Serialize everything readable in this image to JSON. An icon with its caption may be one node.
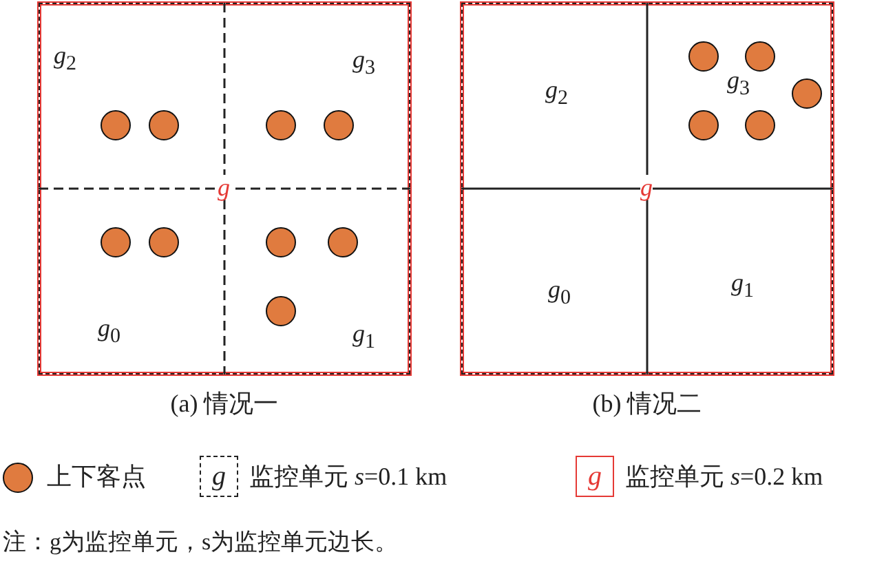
{
  "diagram": {
    "nodes": [
      {
        "text": [
          "*g*"
        ],
        "beside": [
          "(a) 情况一"
        ]
      },
      {
        "text": [
          "*g*$_{2}$"
        ],
        "in": 0
      },
      {
        "text": [],
        "shape": "circle",
        "in": 1
      },
      {
        "text": [],
        "shape": "circle",
        "in": 1
      },
      {
        "text": [
          "*g*$_{3}$"
        ],
        "in": 0
      },
      {
        "text": [],
        "shape": "circle",
        "in": 4
      },
      {
        "text": [],
        "shape": "circle",
        "in": 4
      },
      {
        "text": [
          "*g*$_{0}$"
        ],
        "in": 0
      },
      {
        "text": [],
        "shape": "circle",
        "in": 7
      },
      {
        "text": [],
        "shape": "circle",
        "in": 7
      },
      {
        "text": [
          "*g*$_{1}$"
        ],
        "in": 0
      },
      {
        "text": [],
        "shape": "circle",
        "in": 10
      },
      {
        "text": [],
        "shape": "circle",
        "in": 10
      },
      {
        "text": [],
        "shape": "circle",
        "in": 10
      },
      {
        "text": [
          "*g*"
        ],
        "beside": [
          "(b) 情况二"
        ]
      },
      {
        "text": [
          "*g*$_{2}$"
        ],
        "in": 14
      },
      {
        "text": [
          "*g*$_{3}$"
        ],
        "in": 14
      },
      {
        "text": [],
        "shape": "circle",
        "in": 16
      },
      {
        "text": [],
        "shape": "circle",
        "in": 16
      },
      {
        "text": [],
        "shape": "circle",
        "in": 16
      },
      {
        "text": [],
        "shape": "circle",
        "in": 16
      },
      {
        "text": [],
        "shape": "circle",
        "in": 16
      },
      {
        "text": [
          "*g*$_{0}$"
        ],
        "in": 14
      },
      {
        "text": [
          "*g*$_{1}$"
        ],
        "in": 14
      }
    ],
    "edges": [],
    "labels": [
      "*g*",
      "*g*",
      "注：g为监控单元，s为监控单元边长。"
    ],
    "legend": [
      {
        "text": "上下客点",
        "color": "#e07b3f"
      },
      {
        "text": "监控单元 *s*=0.1 km"
      },
      {
        "text": "监控单元 *s*=0.2 km"
      }
    ]
  }
}
